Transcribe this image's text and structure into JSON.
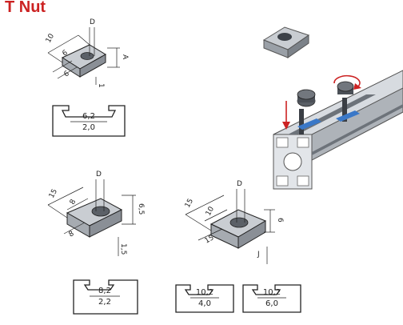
{
  "title": "T Nut",
  "colors": {
    "title": "#cc2222",
    "line": "#222222",
    "metal": "#8a8f96",
    "blue": "#3a78c8",
    "red": "#cc2222"
  },
  "nut_small": {
    "dims": {
      "width": "10",
      "length": "6",
      "offset": "6",
      "thread": "D",
      "height": "A",
      "base": "1"
    },
    "profile": {
      "top": "6,2",
      "bottom": "2,0"
    }
  },
  "nut_medium": {
    "dims": {
      "width": "15",
      "length": "8",
      "offset": "8",
      "thread": "D",
      "height": "6,5",
      "base": "1,5"
    },
    "profile": {
      "top": "8,2",
      "bottom": "2,2"
    }
  },
  "nut_large": {
    "dims": {
      "width": "15",
      "length": "10",
      "offset": "15",
      "thread": "D",
      "height": "6",
      "base": "J"
    },
    "profiles": [
      {
        "top": "10,2",
        "bottom": "4,0"
      },
      {
        "top": "10,2",
        "bottom": "6,0"
      }
    ]
  }
}
